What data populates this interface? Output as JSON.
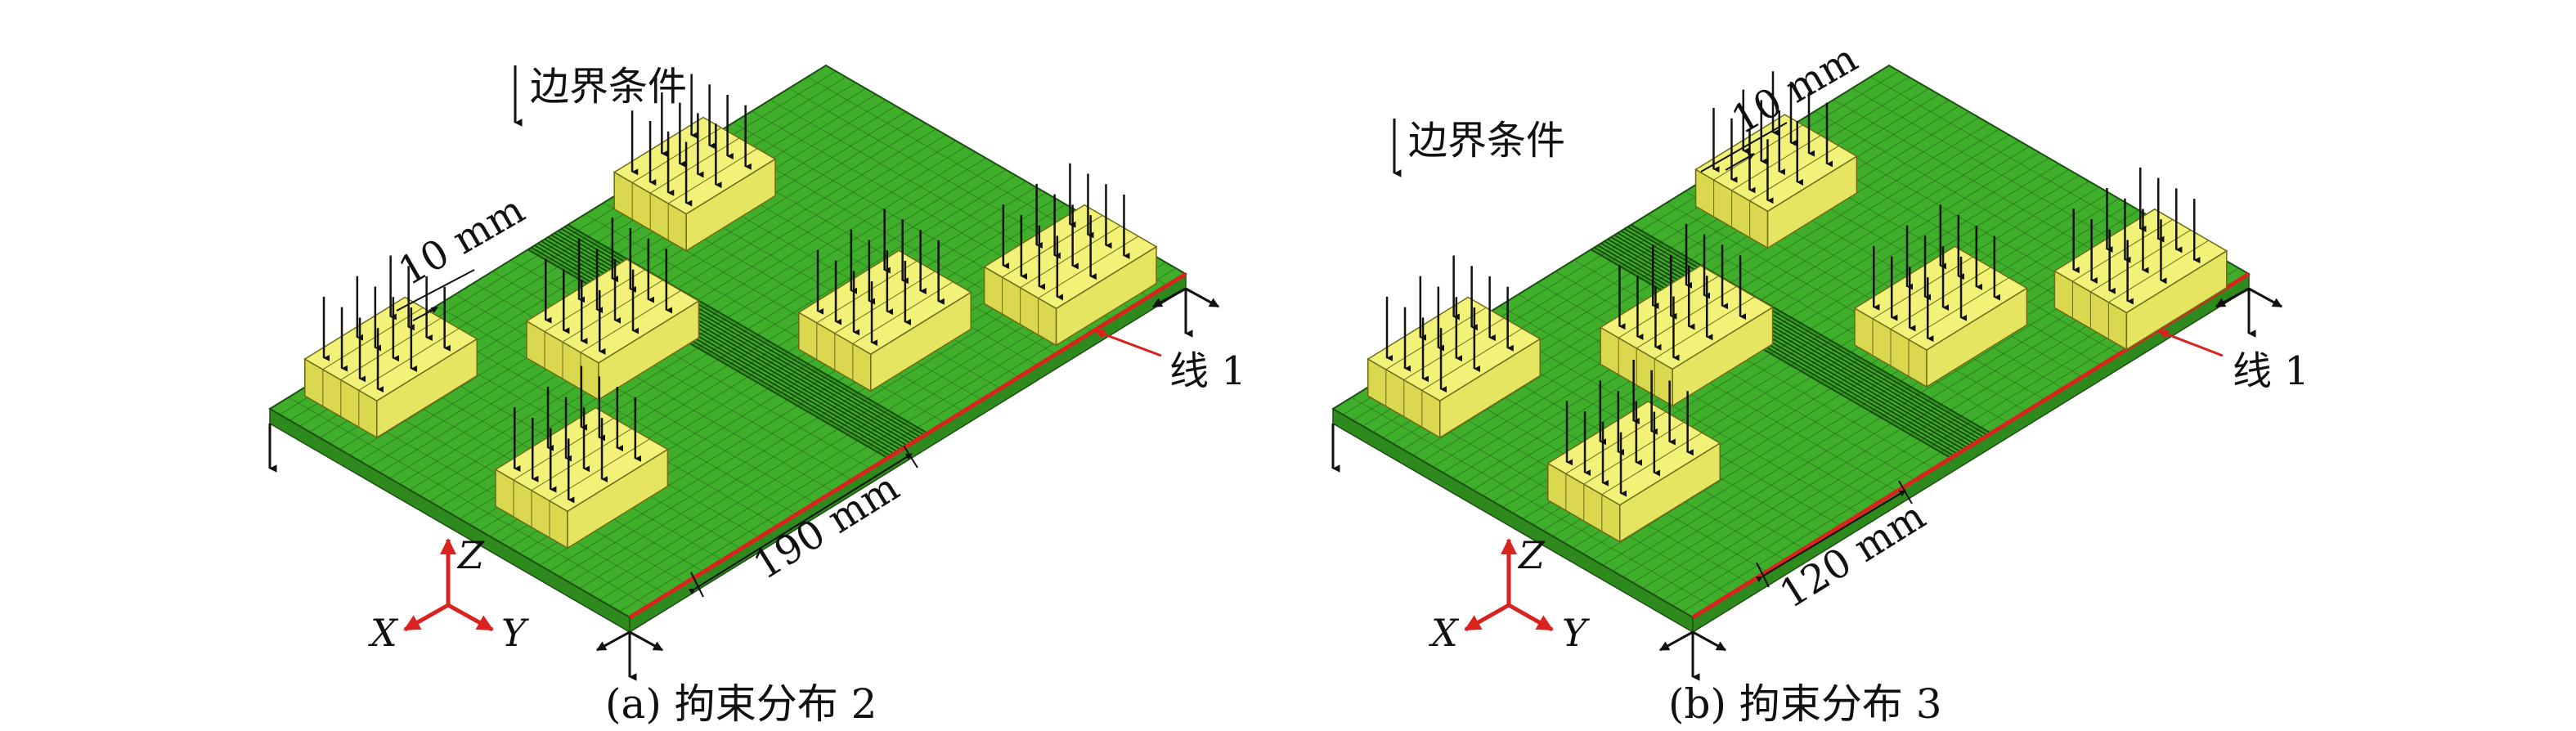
{
  "panels": [
    {
      "id": "a",
      "caption": "(a) 拘束分布 2",
      "boundary_label": "边界条件",
      "line_label": "线 1",
      "gap_label": "10 mm",
      "span_label": "190 mm",
      "axes": {
        "x": "X",
        "y": "Y",
        "z": "Z"
      }
    },
    {
      "id": "b",
      "caption": "(b) 拘束分布 3",
      "boundary_label": "边界条件",
      "line_label": "线 1",
      "gap_label": "10 mm",
      "span_label": "120 mm",
      "axes": {
        "x": "X",
        "y": "Y",
        "z": "Z"
      }
    }
  ],
  "colors": {
    "plate": "#3fae2a",
    "plate_dark": "#2f8a1e",
    "mesh": "#1f5c14",
    "weld_band": "#103b0a",
    "block_top": "#f2f279",
    "block_side": "#d9d84e",
    "edge_line": "#d9231f",
    "arrow": "#111111",
    "axis_red": "#d9231f"
  },
  "icons": {
    "load_arrow": "down-arrow-icon",
    "axis_triad": "axis-triad-icon"
  }
}
